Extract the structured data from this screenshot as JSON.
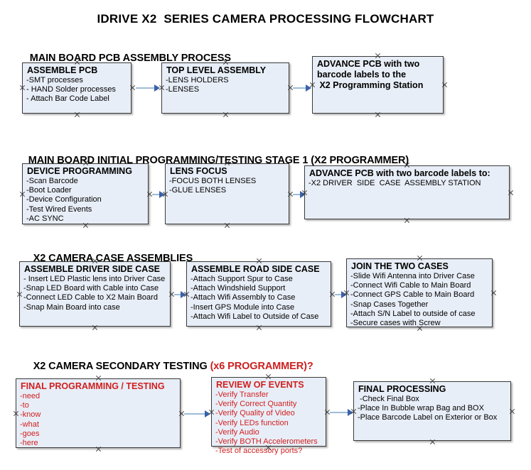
{
  "document": {
    "title": "IDRIVE X2  SERIES CAMERA PROCESSING FLOWCHART"
  },
  "sections": [
    {
      "id": "main-board-pcb-assembly-process",
      "heading": "MAIN BOARD PCB ASSEMBLY PROCESS",
      "heading_red": "",
      "boxes": [
        {
          "id": "assemble-pcb",
          "title": "ASSEMBLE PCB",
          "lines": [
            "-SMT processes",
            "- HAND Solder processes",
            "- Attach Bar Code Label"
          ],
          "color": "black"
        },
        {
          "id": "top-level-assembly",
          "title": "TOP LEVEL ASSEMBLY",
          "lines": [
            "-LENS HOLDERS",
            "-LENSES"
          ],
          "color": "black"
        },
        {
          "id": "advance-pcb-to-programming-station",
          "title": "ADVANCE PCB with two",
          "lines": [
            "barcode labels to the",
            " X2 Programming Station"
          ],
          "color": "black"
        }
      ]
    },
    {
      "id": "main-board-initial-programming-testing-stage-1",
      "heading": "MAIN BOARD INITIAL PROGRAMMING/TESTING STAGE 1 (X2 PROGRAMMER)",
      "heading_red": "",
      "boxes": [
        {
          "id": "device-programming",
          "title": "DEVICE PROGRAMMING",
          "lines": [
            "-Scan Barcode",
            "-Boot Loader",
            "-Device Configuration",
            "-Test Wired Events",
            "-AC SYNC"
          ],
          "color": "black"
        },
        {
          "id": "lens-focus",
          "title": "LENS FOCUS",
          "lines": [
            "-FOCUS BOTH LENSES",
            "-GLUE LENSES"
          ],
          "color": "black"
        },
        {
          "id": "advance-pcb-to-driver-side-case-station",
          "title": "ADVANCE PCB with two barcode labels to:",
          "lines": [
            "-X2 DRIVER  SIDE  CASE  ASSEMBLY STATION"
          ],
          "color": "black"
        }
      ]
    },
    {
      "id": "x2-camera-case-assemblies",
      "heading": "X2 CAMERA CASE ASSEMBLIES",
      "heading_red": "",
      "boxes": [
        {
          "id": "assemble-driver-side-case",
          "title": "ASSEMBLE DRIVER SIDE CASE",
          "lines": [
            "- Insert LED Plastic lens into Driver Case",
            "-Snap LED Board with Cable into Case",
            "-Connect LED Cable to X2 Main Board",
            "-Snap Main Board into case"
          ],
          "color": "black"
        },
        {
          "id": "assemble-road-side-case",
          "title": "ASSEMBLE ROAD SIDE CASE",
          "lines": [
            "-Attach Support Spur to Case",
            "-Attach Windshield Support",
            "-Attach Wifi Assembly to Case",
            "-Insert GPS Module into Case",
            "-Attach Wifi Label to Outside of Case"
          ],
          "color": "black"
        },
        {
          "id": "join-the-two-cases",
          "title": "JOIN THE TWO CASES",
          "lines": [
            "-Slide Wifi Antenna into Driver Case",
            "-Connect Wifi Cable to Main Board",
            "-Connect GPS Cable to Main Board",
            "-Snap Cases Together",
            "-Attach S/N Label to outside of case",
            "-Secure cases with Screw"
          ],
          "color": "black"
        }
      ]
    },
    {
      "id": "x2-camera-secondary-testing",
      "heading": "X2 CAMERA SECONDARY TESTING ",
      "heading_red": "(x6 PROGRAMMER)?",
      "boxes": [
        {
          "id": "final-programming-testing",
          "title": "FINAL PROGRAMMING / TESTING",
          "lines": [
            "-need",
            "-to",
            "-know",
            "-what",
            "-goes",
            "-here"
          ],
          "color": "red"
        },
        {
          "id": "review-of-events",
          "title": "REVIEW OF EVENTS",
          "lines": [
            "-Verify Transfer",
            "-Verify Correct Quantity",
            "-Verify Quality of Video",
            "-Verify LEDs function",
            "-Verify Audio",
            "-Verify BOTH Accelerometers"
          ],
          "overflow_line": "-Test of accessory ports?",
          "color": "red"
        },
        {
          "id": "final-processing",
          "title": "FINAL PROCESSING",
          "lines": [
            " -Check Final Box",
            "-Place In Bubble wrap Bag and BOX",
            "-Place Barcode Label on Exterior or Box"
          ],
          "color": "black"
        }
      ]
    }
  ],
  "colors": {
    "box_fill": "#e8eef7",
    "box_border": "#3a3a3a",
    "connector_line": "#9dbcd8",
    "arrow_head": "#3a62a8",
    "red_text": "#d01f1f",
    "black_text": "#000000"
  }
}
